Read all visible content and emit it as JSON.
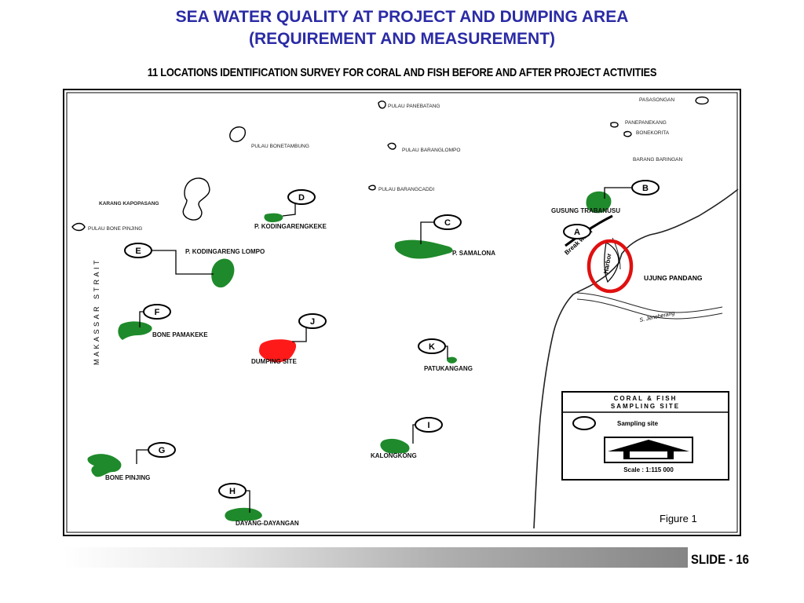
{
  "slide": {
    "title_line1": "SEA WATER QUALITY AT PROJECT AND DUMPING AREA",
    "title_line2": "(REQUIREMENT AND MEASUREMENT)",
    "subtitle": "11 LOCATIONS IDENTIFICATION SURVEY FOR CORAL AND FISH BEFORE AND AFTER PROJECT ACTIVITIES",
    "slide_number": "SLIDE - 16"
  },
  "colors": {
    "title": "#2b2ba6",
    "reef": "#1f8a2b",
    "dumping": "#ff1a1a",
    "highlight_circle": "#e01010"
  },
  "map": {
    "strait_label": "MAKASSAR STRAIT",
    "figure_label": "Figure 1",
    "islands": {
      "panebatang": "PULAU PANEBATANG",
      "pasasongan": "PASASONGAN",
      "panepanekang": "PANEPANEKANG",
      "bonekorita": "BONEKORITA",
      "barang_baringan": "BARANG BARINGAN",
      "bonetambung": "PULAU BONETAMBUNG",
      "baranglompo": "PULAU BARANGLOMPO",
      "barangcaddi": "PULAU BARANGCADDI",
      "karang_kapopasang": "KARANG KAPOPASANG",
      "bone_pinjing_north": "PULAU BONE PINJING"
    },
    "places": {
      "ujung_pandang": "UJUNG PANDANG",
      "harbor": "Harbor",
      "break_water": "Break water",
      "s_jeneberang": "S. Jeneberang"
    },
    "sites": [
      {
        "letter": "A",
        "name": ""
      },
      {
        "letter": "B",
        "name": "GUSUNG TRABANUSU"
      },
      {
        "letter": "C",
        "name": "P. SAMALONA"
      },
      {
        "letter": "D",
        "name": "P. KODINGARENGKEKE"
      },
      {
        "letter": "E",
        "name": "P. KODINGARENG LOMPO"
      },
      {
        "letter": "F",
        "name": "BONE PAMAKEKE"
      },
      {
        "letter": "G",
        "name": "BONE PINJING"
      },
      {
        "letter": "H",
        "name": "DAYANG-DAYANGAN"
      },
      {
        "letter": "I",
        "name": "KALONGKONG"
      },
      {
        "letter": "J",
        "name": "DUMPING SITE"
      },
      {
        "letter": "K",
        "name": "PATUKANGANG"
      }
    ],
    "legend": {
      "title_line1": "CORAL & FISH",
      "title_line2": "SAMPLING SITE",
      "sampling_label": "Sampling site",
      "scale": "Scale : 1:115 000"
    }
  }
}
